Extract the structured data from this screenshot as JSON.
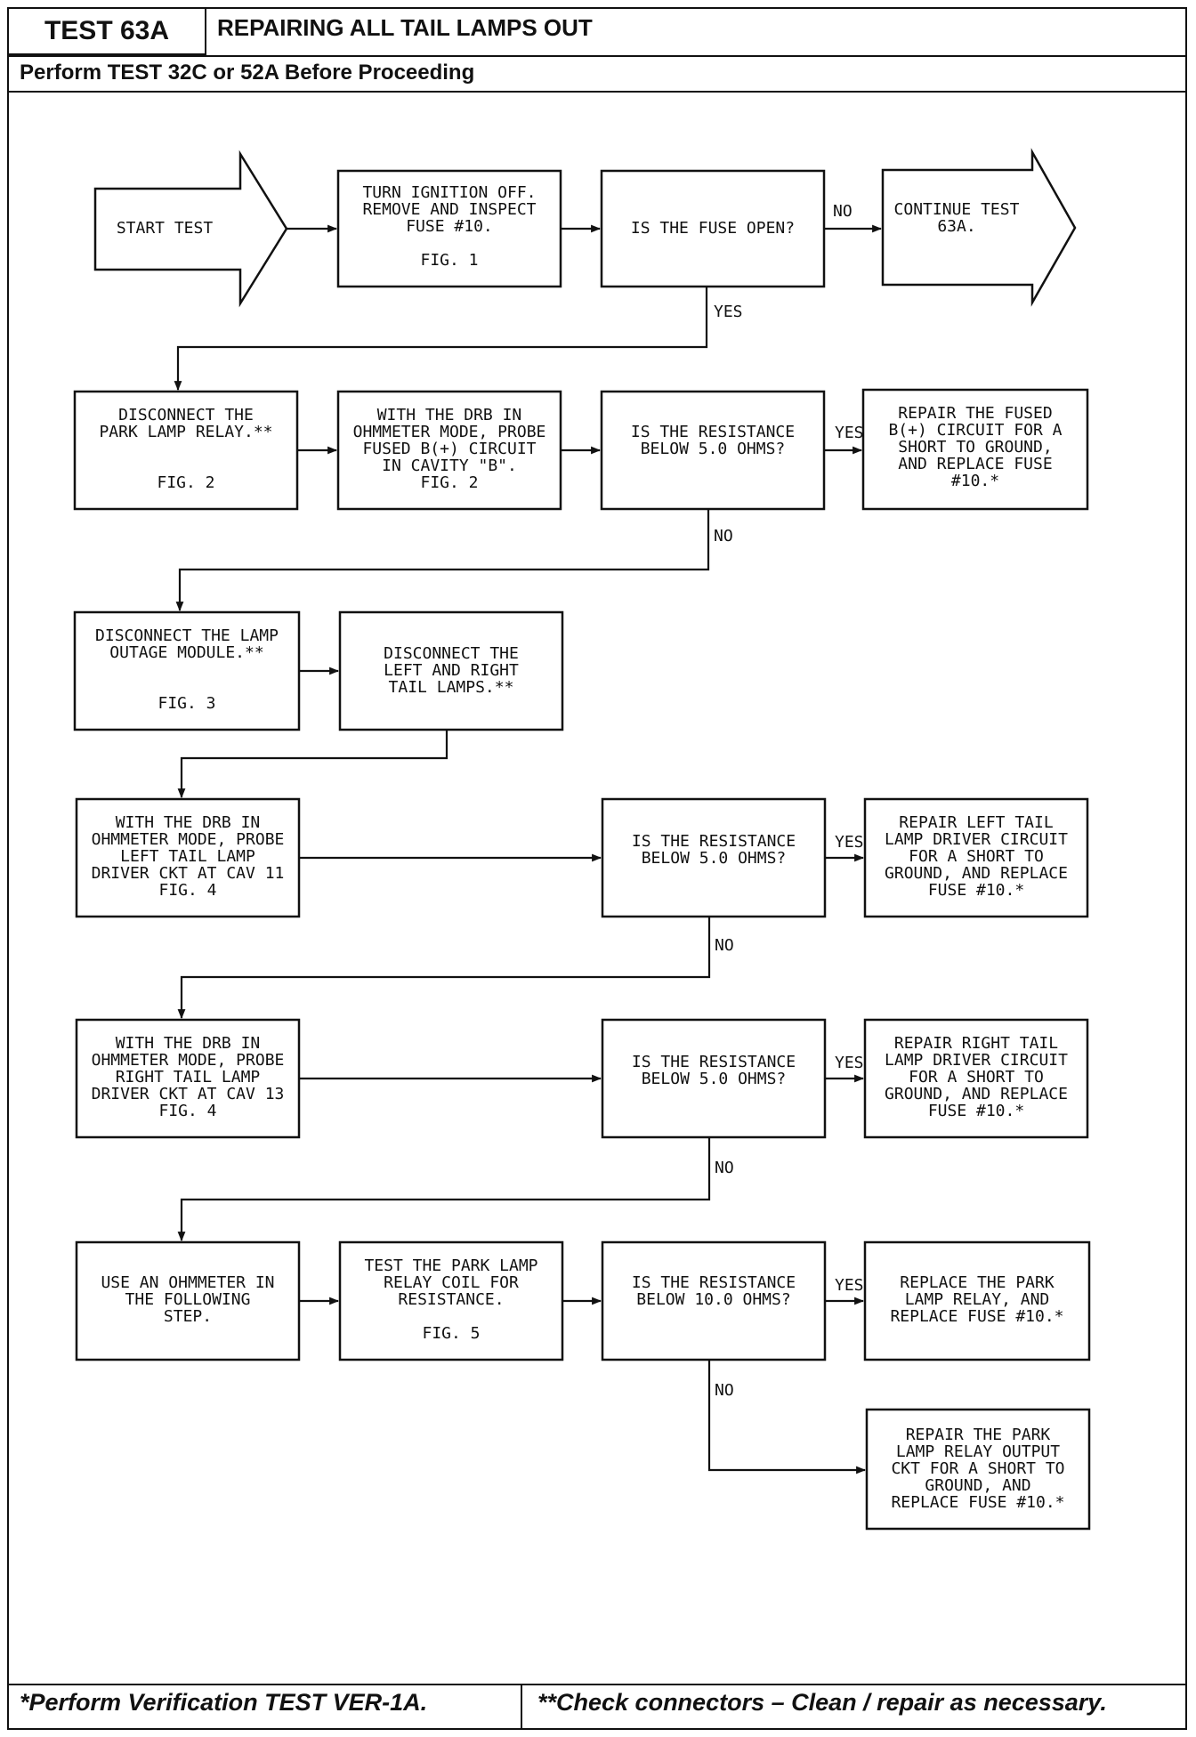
{
  "header": {
    "test_id": "TEST 63A",
    "title": "REPAIRING ALL TAIL LAMPS OUT",
    "subtitle": "Perform TEST 32C or 52A Before Proceeding"
  },
  "footer": {
    "left": "*Perform Verification TEST VER-1A.",
    "right": "**Check connectors – Clean / repair as necessary."
  },
  "flow": {
    "start_test": [
      "START TEST"
    ],
    "inspect_fuse": [
      "TURN IGNITION OFF.",
      "REMOVE AND INSPECT",
      "FUSE #10.",
      "",
      "FIG. 1"
    ],
    "fuse_open_q": [
      "IS THE FUSE OPEN?"
    ],
    "continue_test": [
      "CONTINUE TEST",
      "63A."
    ],
    "disconnect_relay": [
      "DISCONNECT THE",
      "PARK LAMP RELAY.**",
      "",
      "",
      "FIG. 2"
    ],
    "probe_fused": [
      "WITH THE DRB IN",
      "OHMMETER MODE, PROBE",
      "FUSED B(+) CIRCUIT",
      "IN CAVITY \"B\".",
      "FIG. 2"
    ],
    "resist_q1": [
      "IS THE RESISTANCE",
      "BELOW 5.0 OHMS?"
    ],
    "repair_fused": [
      "REPAIR THE FUSED",
      "B(+) CIRCUIT FOR A",
      "SHORT TO GROUND,",
      "AND REPLACE FUSE",
      "#10.*"
    ],
    "disconnect_outage": [
      "DISCONNECT THE LAMP",
      "OUTAGE MODULE.**",
      "",
      "",
      "FIG. 3"
    ],
    "disconnect_tail": [
      "DISCONNECT THE",
      "LEFT AND RIGHT",
      "TAIL LAMPS.**"
    ],
    "probe_left": [
      "WITH THE DRB IN",
      "OHMMETER MODE, PROBE",
      "LEFT TAIL LAMP",
      "DRIVER CKT AT CAV 11",
      "FIG. 4"
    ],
    "resist_q2": [
      "IS THE RESISTANCE",
      "BELOW 5.0 OHMS?"
    ],
    "repair_left": [
      "REPAIR LEFT TAIL",
      "LAMP DRIVER CIRCUIT",
      "FOR A SHORT TO",
      "GROUND, AND REPLACE",
      "FUSE #10.*"
    ],
    "probe_right": [
      "WITH THE DRB IN",
      "OHMMETER MODE, PROBE",
      "RIGHT TAIL LAMP",
      "DRIVER CKT AT CAV 13",
      "FIG. 4"
    ],
    "resist_q3": [
      "IS THE RESISTANCE",
      "BELOW 5.0 OHMS?"
    ],
    "repair_right": [
      "REPAIR RIGHT TAIL",
      "LAMP DRIVER CIRCUIT",
      "FOR A SHORT TO",
      "GROUND, AND REPLACE",
      "FUSE #10.*"
    ],
    "use_ohmmeter": [
      "USE AN OHMMETER IN",
      "THE FOLLOWING",
      "STEP."
    ],
    "test_relay_coil": [
      "TEST THE PARK LAMP",
      "RELAY COIL FOR",
      "RESISTANCE.",
      "",
      "FIG. 5"
    ],
    "resist_q4": [
      "IS THE RESISTANCE",
      "BELOW 10.0 OHMS?"
    ],
    "replace_relay": [
      "REPLACE THE PARK",
      "LAMP RELAY, AND",
      "REPLACE FUSE #10.*"
    ],
    "repair_relay_output": [
      "REPAIR THE PARK",
      "LAMP RELAY OUTPUT",
      "CKT FOR A SHORT TO",
      "GROUND, AND",
      "REPLACE FUSE #10.*"
    ]
  },
  "labels": {
    "no": "NO",
    "yes": "YES"
  }
}
